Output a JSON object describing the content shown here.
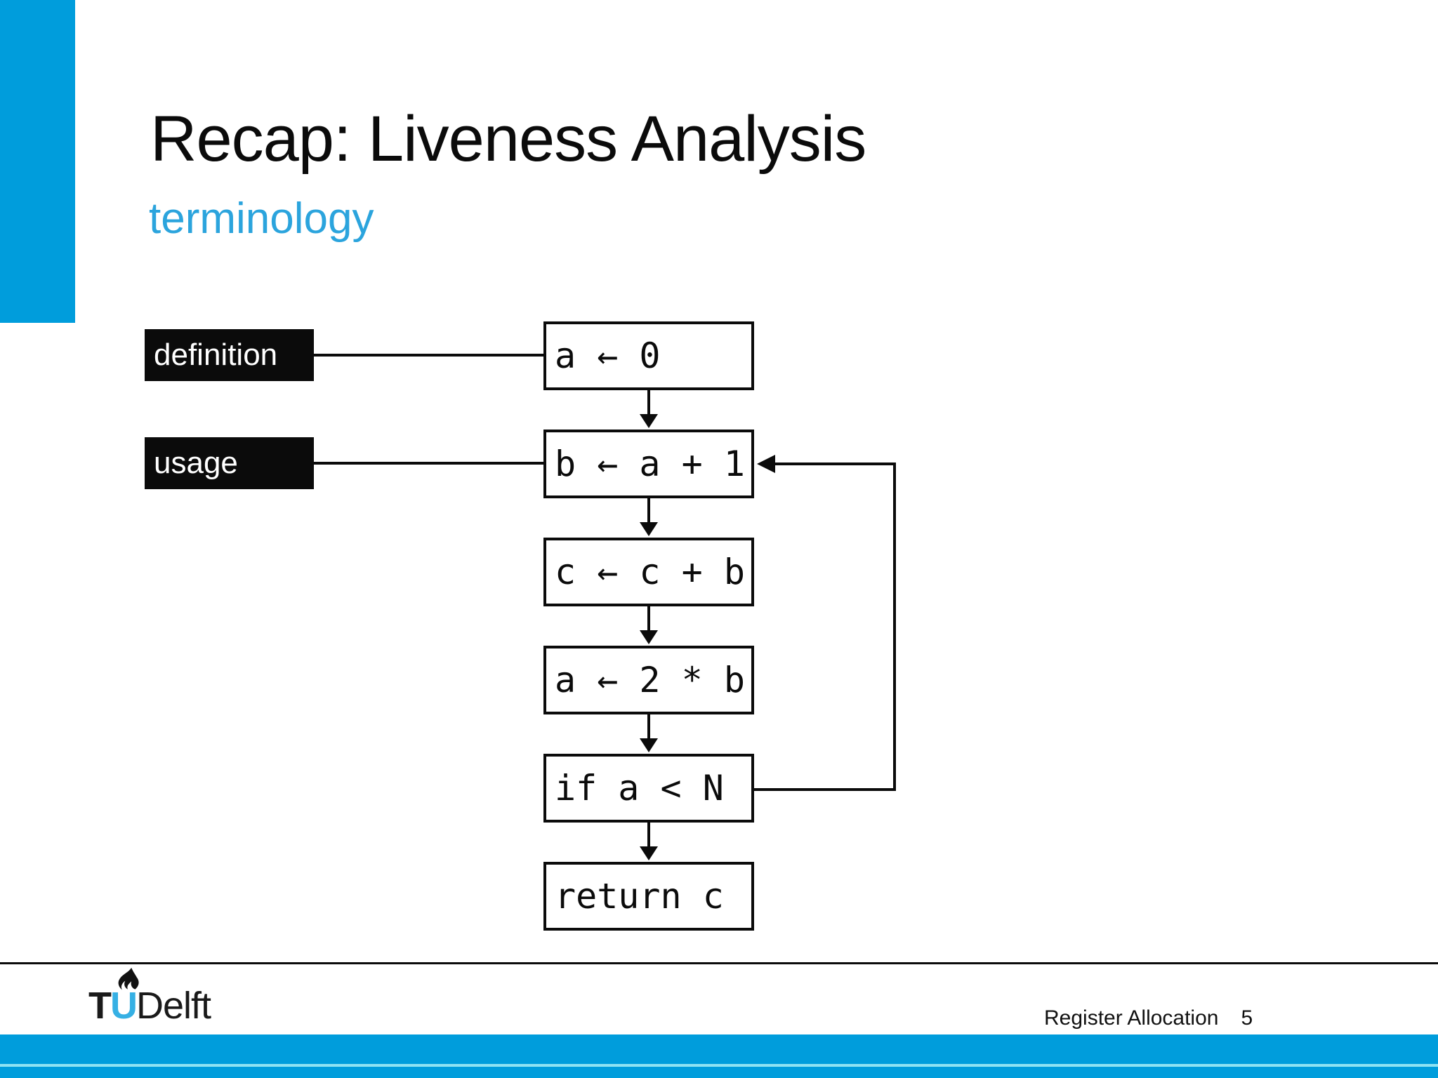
{
  "slide": {
    "title": "Recap: Liveness Analysis",
    "subtitle": "terminology"
  },
  "diagram": {
    "label_definition": "definition",
    "label_usage": "usage",
    "nodes": [
      "a ← 0",
      "b ← a + 1",
      "c ← c + b",
      "a ← 2 * b",
      "if a < N",
      "return c"
    ]
  },
  "footer": {
    "course_title": "Register Allocation",
    "page_number": "5",
    "logo_t": "T",
    "logo_u": "U",
    "logo_delft": "Delft"
  },
  "colors": {
    "brand_blue": "#009DDC",
    "subtitle_blue": "#2BA4DD",
    "logo_blue": "#36B0E4",
    "footer_accent": "#8FE3F3",
    "ink": "#0B0B0B"
  }
}
